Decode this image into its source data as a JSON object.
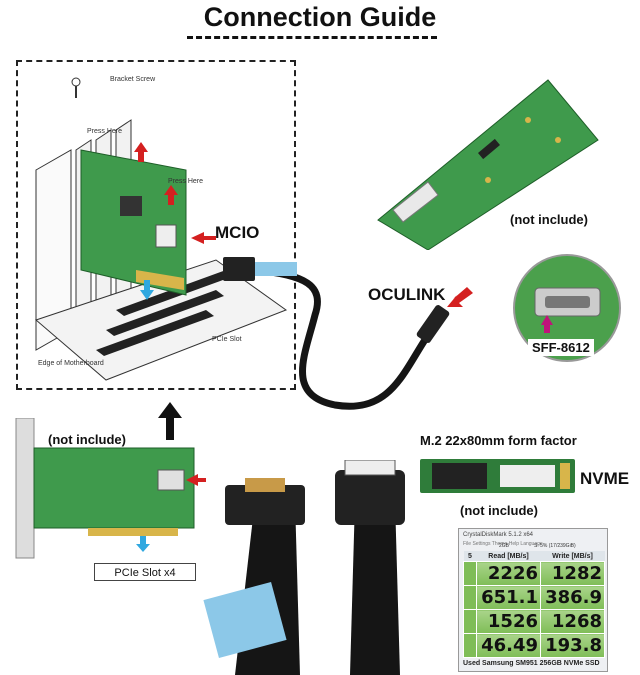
{
  "title": "Connection Guide",
  "install": {
    "bracket_screw": "Bracket Screw",
    "press_here_1": "Press Here",
    "press_here_2": "Press Here",
    "pcie_slot": "PCIe Slot",
    "motherboard": "Edge of Motherboard"
  },
  "labels": {
    "mcio": "MCIO",
    "oculink": "OCULINK",
    "sff": "SFF-8612",
    "nvme": "NVME",
    "m2_form_factor": "M.2 22x80mm form factor",
    "not_include_top": "(not include)",
    "not_include_left": "(not include)",
    "not_include_ssd": "(not include)",
    "pcie_slot_x4": "PCIe Slot x4"
  },
  "benchmark": {
    "app_title": "CrystalDiskMark 5.1.2 x64",
    "menu": "File  Settings  Theme  Help  Language",
    "runs": "5",
    "size": "2GB",
    "drive": "S: 5% (17/239GiB)",
    "read_header": "Read [MB/s]",
    "write_header": "Write [MB/s]",
    "rows": [
      {
        "read": "2226",
        "write": "1282"
      },
      {
        "read": "651.1",
        "write": "386.9"
      },
      {
        "read": "1526",
        "write": "1268"
      },
      {
        "read": "46.49",
        "write": "193.8"
      }
    ],
    "footer": "Used Samsung SM951 256GB NVMe SSD"
  },
  "colors": {
    "pcb_green": "#3f9a4c",
    "pcb_dark": "#2f7c3a",
    "arrow_red": "#d42020",
    "arrow_blue": "#30a8e0",
    "arrow_magenta": "#c0137a",
    "cable_black": "#151515",
    "pull_tab_blue": "#8cc8e8",
    "bench_green": "#7fbd57"
  }
}
